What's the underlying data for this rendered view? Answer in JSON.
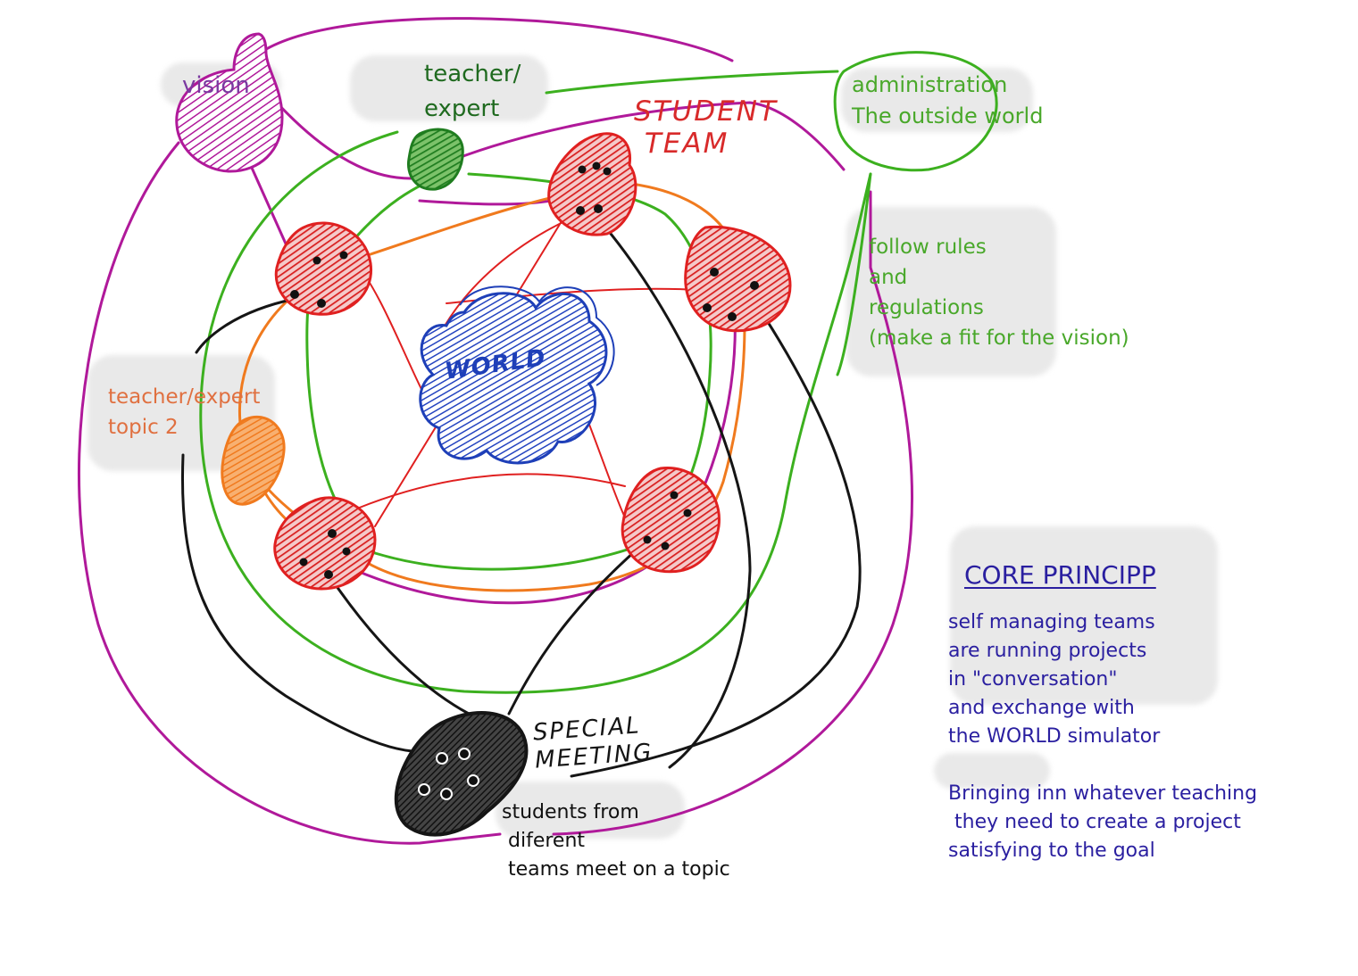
{
  "labels": {
    "vision": "vision",
    "teacher_expert": "teacher/\nexpert",
    "administration": "administration\nThe outside world",
    "rules": "follow rules\nand\nregulations\n(make a fit for the vision)",
    "teacher_expert_topic2": "teacher/expert\ntopic 2",
    "students_from": "students from\n diferent\n teams meet on a topic"
  },
  "handwritten": {
    "student_team": "STUDENT\n TEAM",
    "world": "WORLD",
    "special_meeting": "SPECIAL\nMEETING"
  },
  "core": {
    "title": "CORE PRINCIPP",
    "paragraph1": "self managing teams\nare running projects\nin \"conversation\"\nand exchange with\nthe WORLD simulator",
    "paragraph2": "Bringing inn whatever teaching\n they need to create a project\nsatisfying to the goal"
  },
  "colors": {
    "purple": "#b0199a",
    "green": "#3cb01f",
    "dark_green": "#1f7d1f",
    "orange": "#f07a1e",
    "red": "#e02020",
    "blue": "#1e3fb8",
    "black": "#151515",
    "label_purple": "#7a3aa0",
    "label_green": "#49a82a",
    "label_orange": "#e07040",
    "core_blue": "#2a1fa0"
  }
}
